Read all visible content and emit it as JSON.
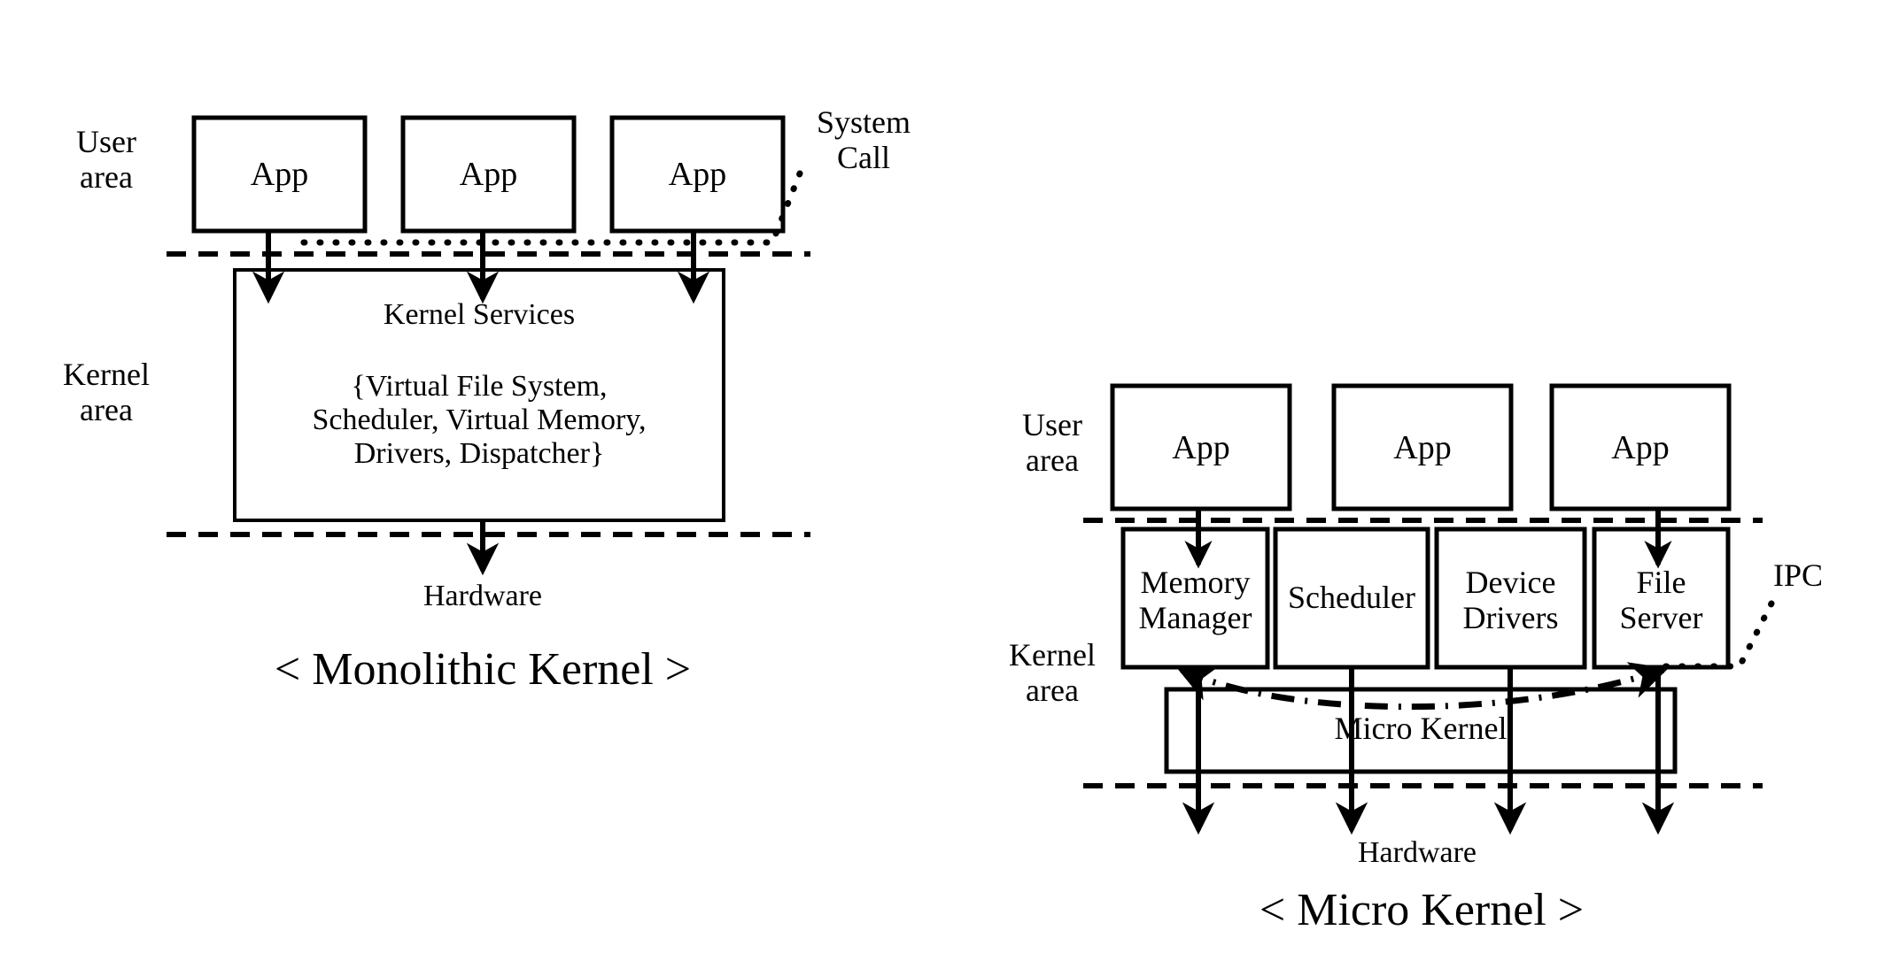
{
  "diagram": {
    "title_hidden": "",
    "colors": {
      "stroke": "#000000",
      "background": "#ffffff"
    },
    "monolithic": {
      "caption": "< Monolithic Kernel >",
      "user_area_label": "User\narea",
      "kernel_area_label": "Kernel\narea",
      "system_call_label": "System\nCall",
      "apps": [
        {
          "label": "App"
        },
        {
          "label": "App"
        },
        {
          "label": "App"
        }
      ],
      "kernel_box": {
        "title": "Kernel Services",
        "body": "{Virtual File System,\nScheduler, Virtual Memory,\nDrivers, Dispatcher}"
      },
      "hardware_label": "Hardware"
    },
    "micro": {
      "caption": "< Micro Kernel >",
      "user_area_label": "User\narea",
      "kernel_area_label": "Kernel\narea",
      "ipc_label": "IPC",
      "apps": [
        {
          "label": "App"
        },
        {
          "label": "App"
        },
        {
          "label": "App"
        }
      ],
      "servers": [
        {
          "label": "Memory\nManager"
        },
        {
          "label": "Scheduler"
        },
        {
          "label": "Device\nDrivers"
        },
        {
          "label": "File\nServer"
        }
      ],
      "microkernel_label": "Micro Kernel",
      "hardware_label": "Hardware"
    }
  }
}
